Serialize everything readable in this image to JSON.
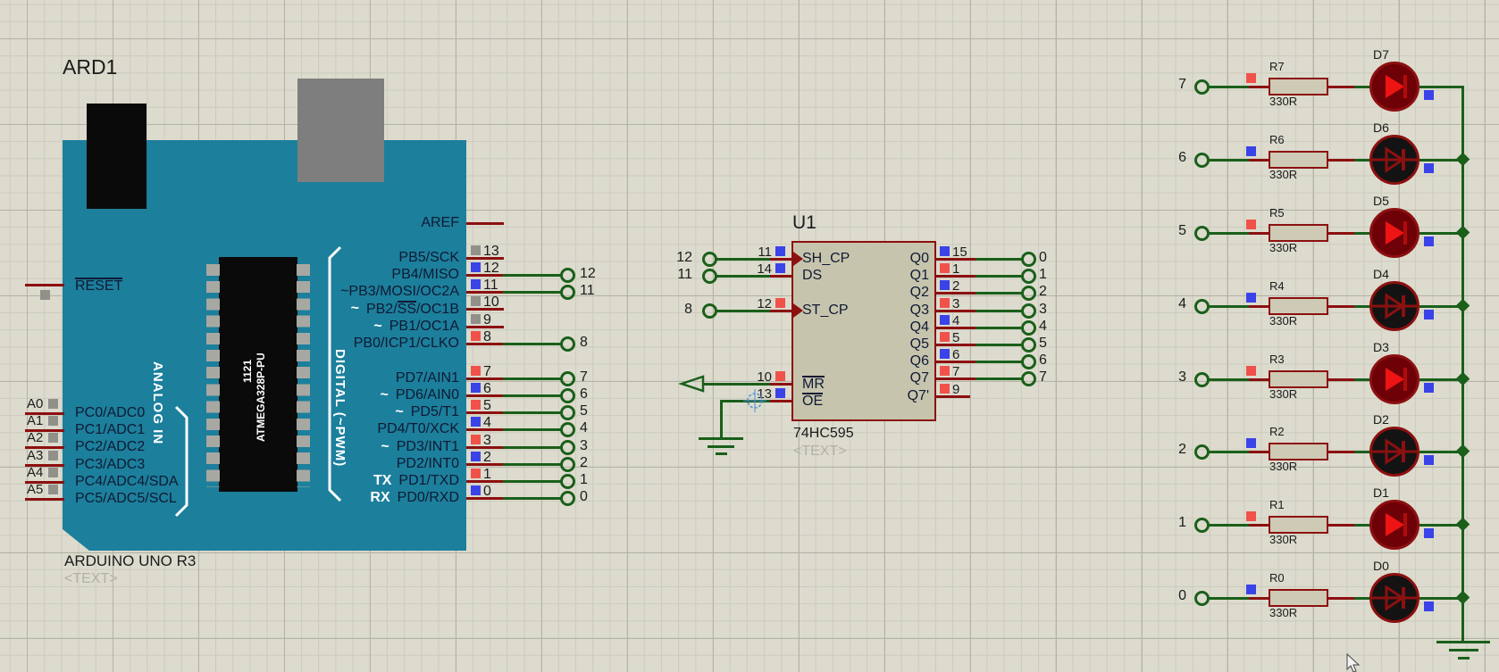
{
  "colors": {
    "board_teal": "#1c7f9c",
    "wire_green": "#1a5f1a",
    "net_dark_red": "#8c1010",
    "state_high_red": "#f0524a",
    "state_low_blue": "#3a43e8",
    "state_float_gray": "#91918a",
    "led_lit_red": "#ee1414",
    "canvas_bg": "#dcdbce"
  },
  "arduino": {
    "ref": "ARD1",
    "value": "ARDUINO UNO R3",
    "placeholder": "<TEXT>",
    "reset_label": "RESET",
    "aref_label": "AREF",
    "pwm_mark": "~",
    "analog_group": "ANALOG IN",
    "digital_group": "DIGITAL (~PWM)",
    "mcu": {
      "line1": "1121",
      "line2": "ATMEGA328P-PU"
    },
    "analog_pins": [
      {
        "terminal": "A0",
        "label": "PC0/ADC0",
        "state": "floating"
      },
      {
        "terminal": "A1",
        "label": "PC1/ADC1",
        "state": "floating"
      },
      {
        "terminal": "A2",
        "label": "PC2/ADC2",
        "state": "floating"
      },
      {
        "terminal": "A3",
        "label": "PC3/ADC3",
        "state": "floating"
      },
      {
        "terminal": "A4",
        "label": "PC4/ADC4/SDA",
        "state": "floating"
      },
      {
        "terminal": "A5",
        "label": "PC5/ADC5/SCL",
        "state": "floating"
      }
    ],
    "right_pins": [
      {
        "label": "PB5/SCK",
        "pin": "13",
        "state": "floating"
      },
      {
        "label": "PB4/MISO",
        "pin": "12",
        "state": "low",
        "net": "12"
      },
      {
        "label": "~PB3/MOSI/OC2A",
        "pin": "11",
        "state": "low",
        "net": "11"
      },
      {
        "pwm": true,
        "label_pre": "PB2/",
        "label_over": "SS",
        "label_post": "/OC1B",
        "pin": "10",
        "state": "floating"
      },
      {
        "pwm": true,
        "label": "PB1/OC1A",
        "pin": "9",
        "state": "floating"
      },
      {
        "label": "PB0/ICP1/CLKO",
        "pin": "8",
        "state": "high",
        "net": "8"
      },
      {
        "label": "PD7/AIN1",
        "pin": "7",
        "state": "high",
        "net": "7"
      },
      {
        "pwm": true,
        "label": "PD6/AIN0",
        "pin": "6",
        "state": "low",
        "net": "6"
      },
      {
        "pwm": true,
        "label": "PD5/T1",
        "pin": "5",
        "state": "high",
        "net": "5"
      },
      {
        "label": "PD4/T0/XCK",
        "pin": "4",
        "state": "low",
        "net": "4"
      },
      {
        "pwm": true,
        "label": "PD3/INT1",
        "pin": "3",
        "state": "high",
        "net": "3"
      },
      {
        "label": "PD2/INT0",
        "pin": "2",
        "state": "low",
        "net": "2"
      },
      {
        "serial": "TX",
        "label": "PD1/TXD",
        "pin": "1",
        "state": "high",
        "net": "1"
      },
      {
        "serial": "RX",
        "label": "PD0/RXD",
        "pin": "0",
        "state": "low",
        "net": "0"
      }
    ]
  },
  "shift_register": {
    "ref": "U1",
    "value": "74HC595",
    "placeholder": "<TEXT>",
    "left_pins": [
      {
        "name": "SH_CP",
        "pin": "11",
        "state": "low",
        "net": "12"
      },
      {
        "name": "DS",
        "pin": "14",
        "state": "low",
        "net": "11"
      },
      {
        "name": "ST_CP",
        "pin": "12",
        "state": "high",
        "net": "8"
      },
      {
        "name": "MR",
        "pin": "10",
        "state": "high",
        "overline": true
      },
      {
        "name": "OE",
        "pin": "13",
        "state": "low",
        "overline": true
      }
    ],
    "right_pins": [
      {
        "name": "Q0",
        "pin": "15",
        "state": "low",
        "net": "0"
      },
      {
        "name": "Q1",
        "pin": "1",
        "state": "high",
        "net": "1"
      },
      {
        "name": "Q2",
        "pin": "2",
        "state": "low",
        "net": "2"
      },
      {
        "name": "Q3",
        "pin": "3",
        "state": "high",
        "net": "3"
      },
      {
        "name": "Q4",
        "pin": "4",
        "state": "low",
        "net": "4"
      },
      {
        "name": "Q5",
        "pin": "5",
        "state": "high",
        "net": "5"
      },
      {
        "name": "Q6",
        "pin": "6",
        "state": "low",
        "net": "6"
      },
      {
        "name": "Q7",
        "pin": "7",
        "state": "high",
        "net": "7"
      },
      {
        "name": "Q7'",
        "pin": "9",
        "state": "high"
      }
    ]
  },
  "led_array": {
    "rows": [
      {
        "net": "7",
        "resistor": "R7",
        "resistance": "330R",
        "led": "D7",
        "state": "high",
        "lit": true
      },
      {
        "net": "6",
        "resistor": "R6",
        "resistance": "330R",
        "led": "D6",
        "state": "low",
        "lit": false
      },
      {
        "net": "5",
        "resistor": "R5",
        "resistance": "330R",
        "led": "D5",
        "state": "high",
        "lit": true
      },
      {
        "net": "4",
        "resistor": "R4",
        "resistance": "330R",
        "led": "D4",
        "state": "low",
        "lit": false
      },
      {
        "net": "3",
        "resistor": "R3",
        "resistance": "330R",
        "led": "D3",
        "state": "high",
        "lit": true
      },
      {
        "net": "2",
        "resistor": "R2",
        "resistance": "330R",
        "led": "D2",
        "state": "low",
        "lit": false
      },
      {
        "net": "1",
        "resistor": "R1",
        "resistance": "330R",
        "led": "D1",
        "state": "high",
        "lit": true
      },
      {
        "net": "0",
        "resistor": "R0",
        "resistance": "330R",
        "led": "D0",
        "state": "low",
        "lit": false
      }
    ]
  }
}
